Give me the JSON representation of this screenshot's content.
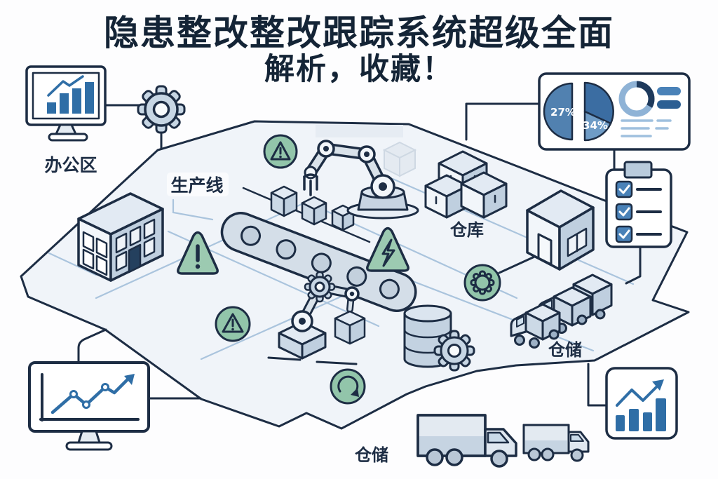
{
  "title": {
    "line1": "隐患整改整改跟踪系统超级全面",
    "line2": "解析，收藏！"
  },
  "labels": {
    "office_area": "办公区",
    "production_line": "生产线",
    "warehouse": "仓库",
    "storage_right": "仓储",
    "storage_bottom": "仓储"
  },
  "dashboard": {
    "pie_slice_left_label": "27%",
    "pie_slice_right_label": "34%"
  },
  "icons": {
    "monitor_bar_chart": "svg-shape",
    "gear": "svg-shape",
    "warning_triangle_circle": "svg-shape",
    "warning_triangle": "svg-shape",
    "lightning_triangle": "svg-shape",
    "recycle_circle": "svg-shape",
    "gear_circle": "svg-shape",
    "pie_chart": "svg-shape",
    "donut_chart": "svg-shape",
    "checklist_clipboard": "svg-shape",
    "growth_bar_chart": "svg-shape",
    "line_chart_monitor": "svg-shape",
    "robot_arm": "svg-shape",
    "conveyor_belt": "svg-shape",
    "database": "svg-shape",
    "truck": "svg-shape",
    "building": "svg-shape",
    "boxes": "svg-shape"
  },
  "colors": {
    "ink": "#1d2d44",
    "accent_blue": "#2f6ea6",
    "light_blue_road": "#aac4dd",
    "green": "#92c5aa",
    "platform": "#f0f4f9",
    "title_text": "#142436"
  }
}
